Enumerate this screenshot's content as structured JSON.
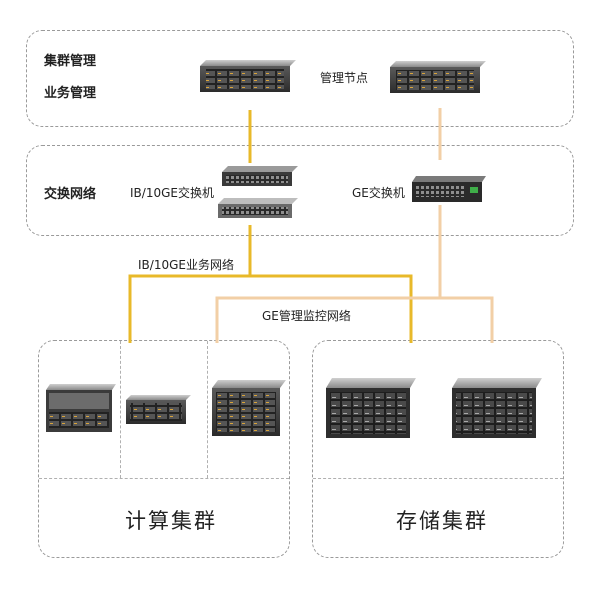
{
  "mgmt": {
    "line1": "集群管理",
    "line2": "业务管理",
    "node_label": "管理节点"
  },
  "switch": {
    "title": "交换网络",
    "ib_label": "IB/10GE交换机",
    "ge_label": "GE交换机"
  },
  "networks": {
    "ib_net": "IB/10GE业务网络",
    "ge_net": "GE管理监控网络"
  },
  "clusters": {
    "compute": "计算集群",
    "storage": "存储集群"
  },
  "colors": {
    "ib_line": "#e8b92a",
    "ge_line": "#f2cfa6",
    "border": "#9a9a9a"
  }
}
